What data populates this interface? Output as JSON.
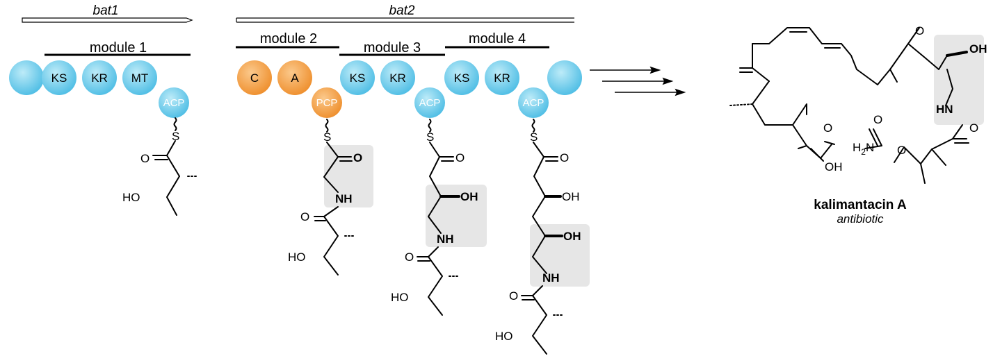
{
  "genes": {
    "bat1": "bat1",
    "bat2": "bat2"
  },
  "modules": [
    "module 1",
    "module 2",
    "module 3",
    "module 4"
  ],
  "domains": {
    "ks": "KS",
    "kr": "KR",
    "mt": "MT",
    "acp": "ACP",
    "c": "C",
    "a": "A",
    "pcp": "PCP"
  },
  "atoms": {
    "s": "S",
    "o": "O",
    "nh": "NH",
    "ho": "HO",
    "oh": "OH",
    "hn": "HN",
    "h2n_h": "H",
    "h2n_2": "2",
    "h2n_n": "N"
  },
  "product": {
    "name": "kalimantacin A",
    "subtitle": "antibiotic"
  },
  "colors": {
    "blue_domain": "#5BC5E8",
    "orange_domain": "#F29A3A",
    "highlight_box": "#E6E6E6"
  }
}
